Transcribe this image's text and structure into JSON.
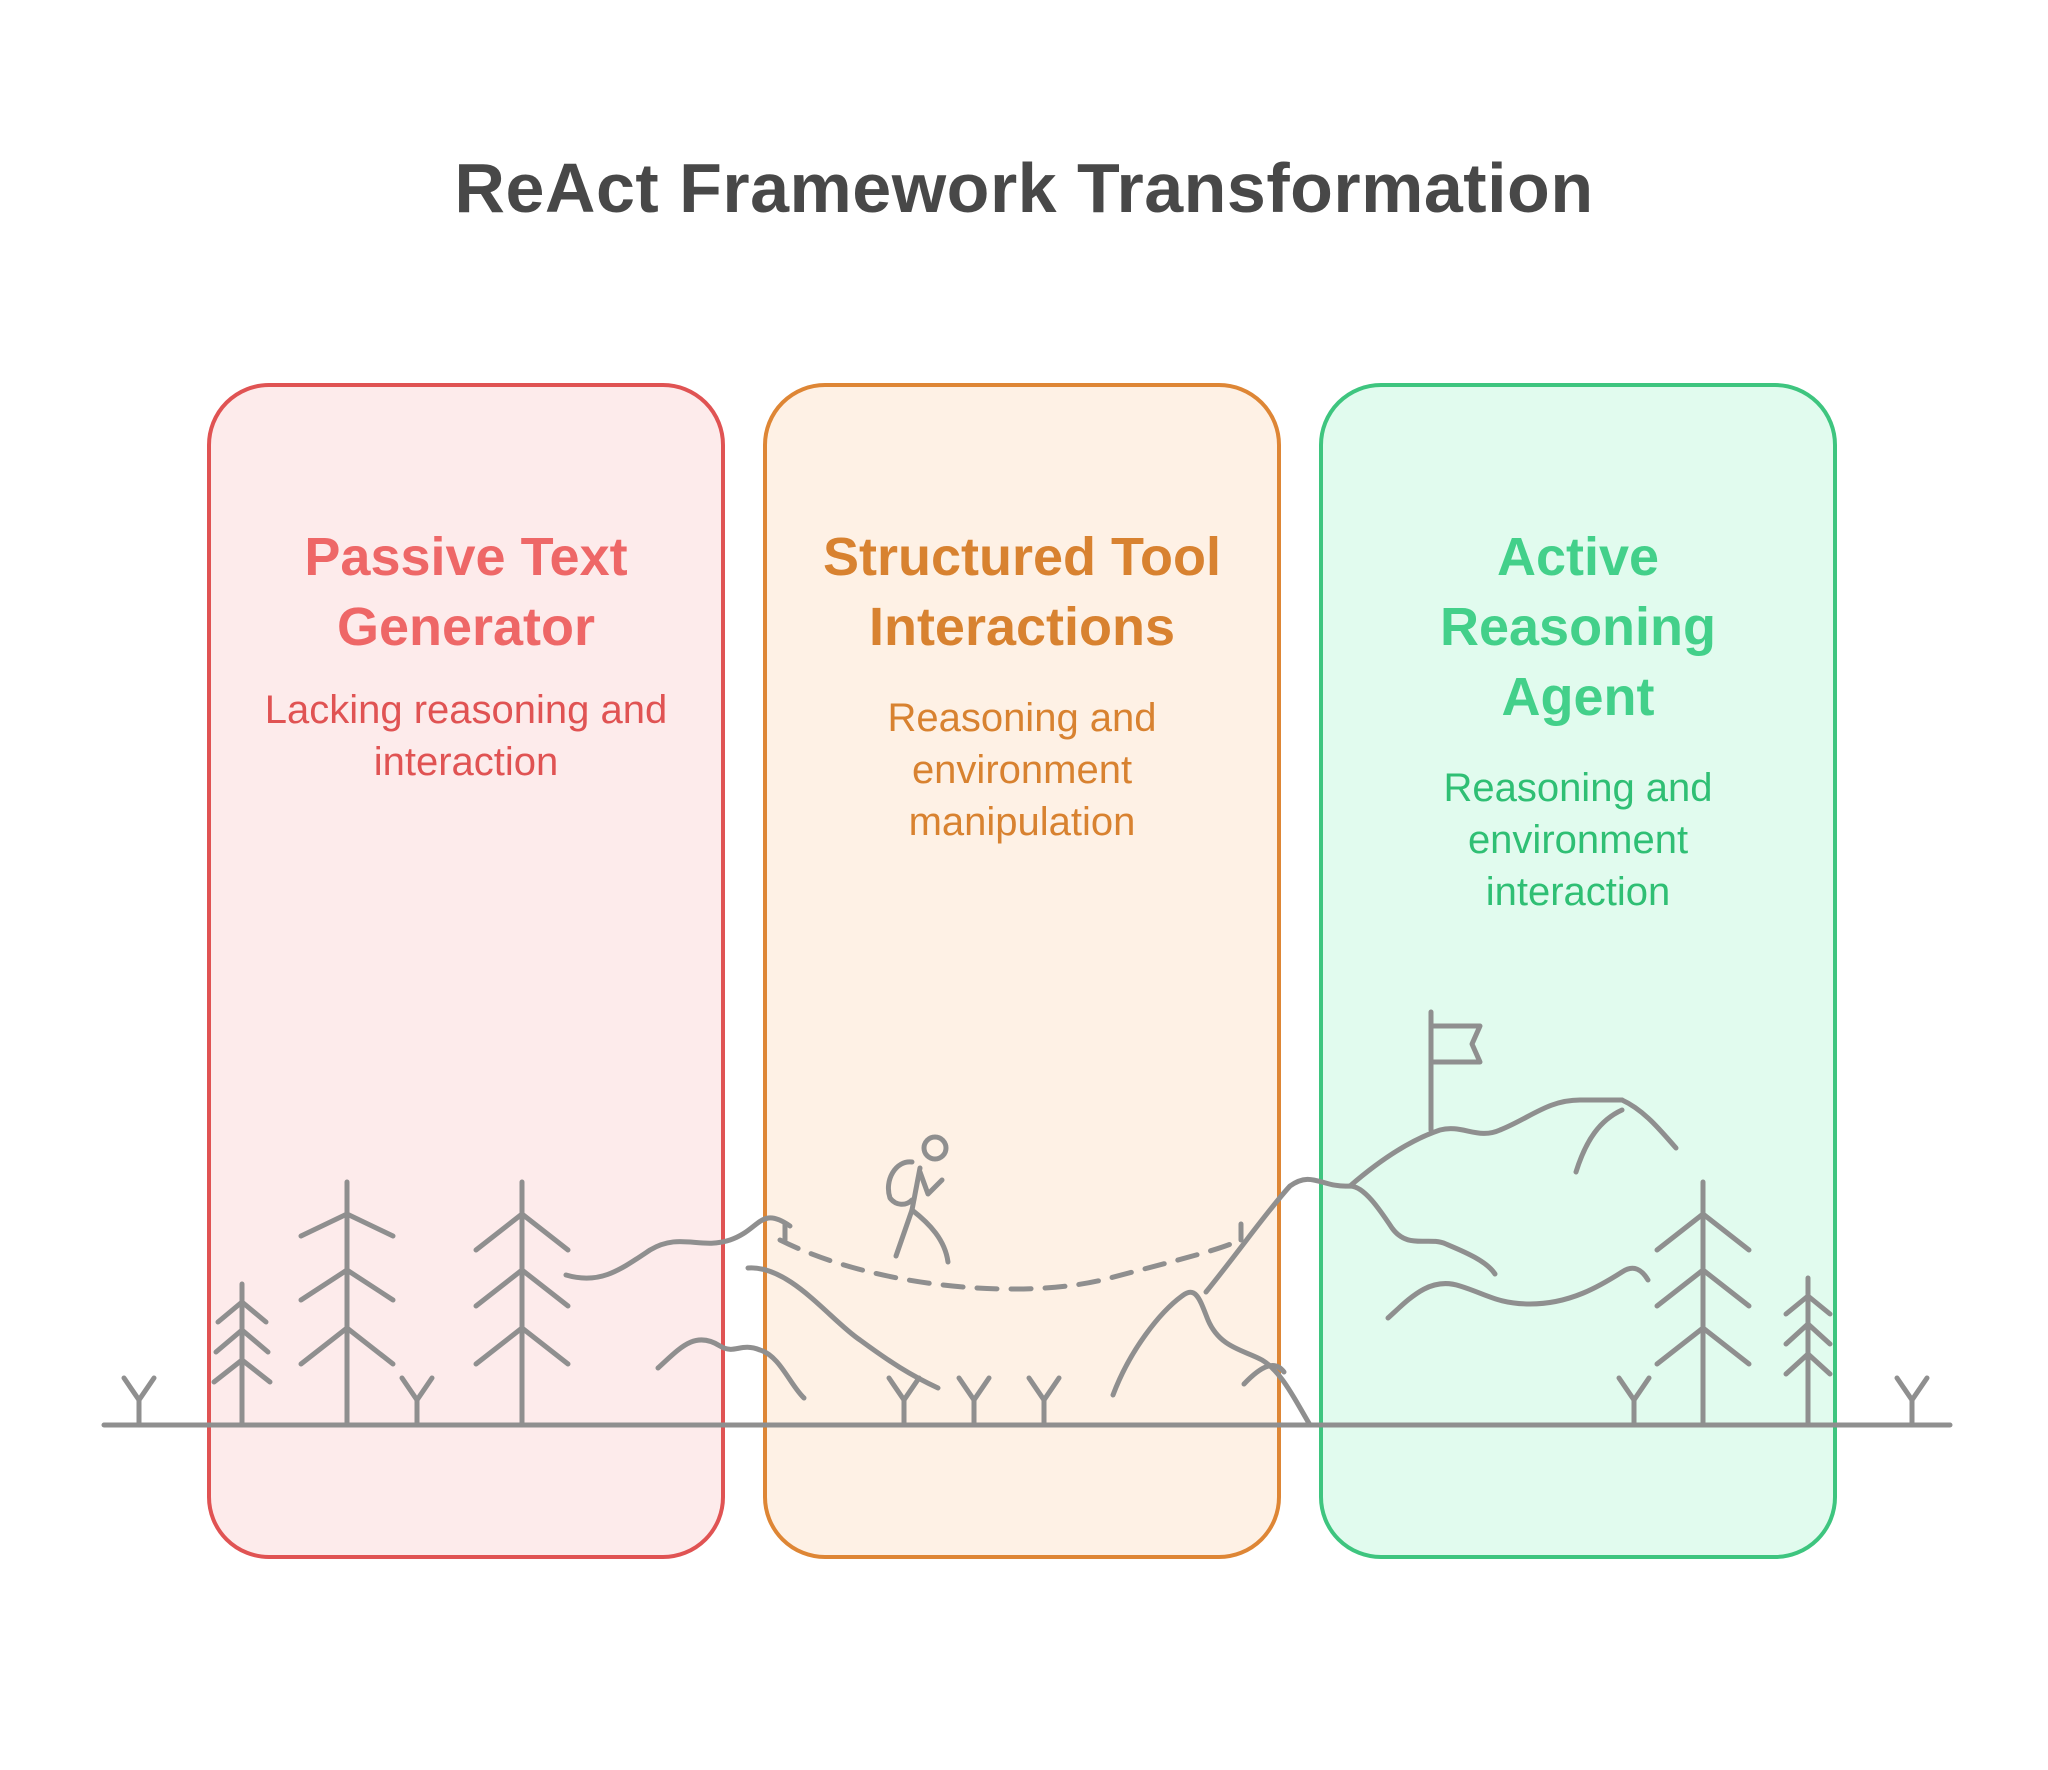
{
  "title": "ReAct Framework Transformation",
  "stages": [
    {
      "heading_lines": [
        "Passive Text",
        "Generator"
      ],
      "description_lines": [
        "Lacking reasoning and",
        "interaction"
      ],
      "color": "#e05353"
    },
    {
      "heading_lines": [
        "Structured Tool",
        "Interactions"
      ],
      "description_lines": [
        "Reasoning and",
        "environment",
        "manipulation"
      ],
      "color": "#de8635"
    },
    {
      "heading_lines": [
        "Active",
        "Reasoning",
        "Agent"
      ],
      "description_lines": [
        "Reasoning and",
        "environment",
        "interaction"
      ],
      "color": "#3ec57f"
    }
  ],
  "illustration": {
    "icons": [
      "pine-tree-icon",
      "hill-icon",
      "hiker-icon",
      "dashed-path-icon",
      "mountain-icon",
      "flag-icon",
      "grass-sprout-icon"
    ],
    "stroke_color": "#8f8f8f"
  }
}
